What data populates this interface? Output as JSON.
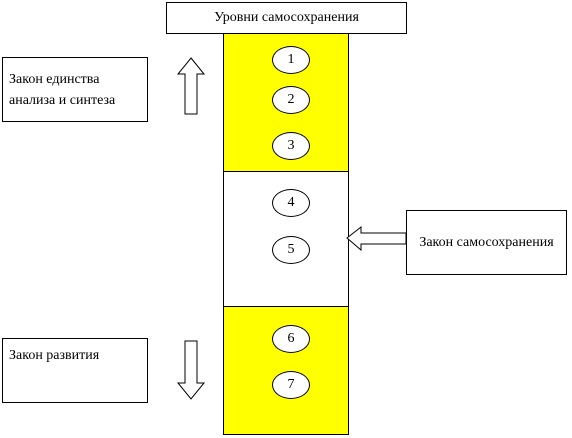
{
  "title": "Уровни самосохранения",
  "left_top_label": "Закон единства анализа и синтеза",
  "left_bottom_label": "Закон развития",
  "right_label": "Закон самосохранения",
  "levels": [
    "1",
    "2",
    "3",
    "4",
    "5",
    "6",
    "7"
  ],
  "colors": {
    "yellow": "#ffff00",
    "white": "#ffffff",
    "border": "#000000"
  },
  "icons": {
    "up_arrow": "arrow-up-icon",
    "down_arrow": "arrow-down-icon",
    "left_arrow": "arrow-left-icon"
  }
}
